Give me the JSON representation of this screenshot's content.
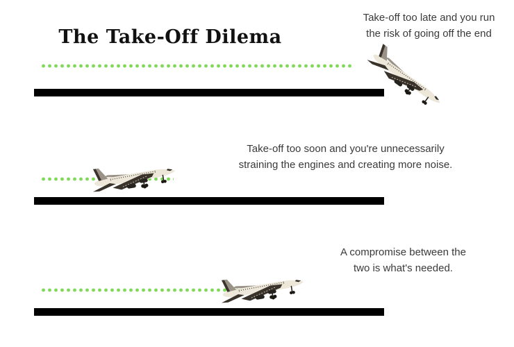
{
  "title": "The Take-Off Dilema",
  "icons": {
    "airplane": "jet-airliner-side-view"
  },
  "colors": {
    "dots": "#7ed957",
    "runway": "#000000",
    "ink": "#3a3a3a",
    "fuselage": "#ece7d8",
    "wing_dark": "#3a332b",
    "wing_gray": "#9a9187",
    "detail_dark": "#26221d"
  },
  "scenarios": [
    {
      "name": "too-late",
      "note": [
        "Take-off too late and you run",
        "the risk of going off the end"
      ]
    },
    {
      "name": "too-soon",
      "note": [
        "Take-off too soon and you're unnecessarily",
        "straining the engines and creating more noise."
      ]
    },
    {
      "name": "compromise",
      "note": [
        "A compromise between the",
        "two is what's needed."
      ]
    }
  ]
}
